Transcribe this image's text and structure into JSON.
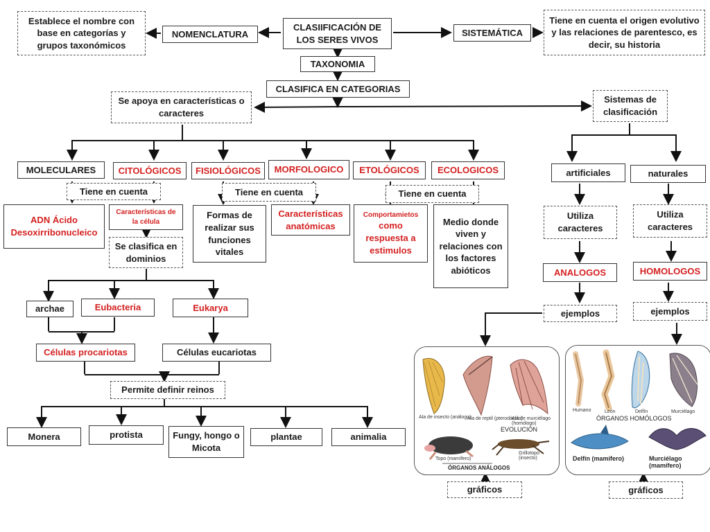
{
  "top": {
    "title": "CLASIIFICACIÓN DE LOS SERES VIVOS",
    "nomenclatura": "NOMENCLATURA",
    "nomenclatura_desc": "Establece el nombre con base en categorías y grupos taxonómicos",
    "sistematica": "SISTEMÁTICA",
    "sistematica_desc": "Tiene en cuenta el origen evolutivo y las relaciones de parentesco, es decir, su historia",
    "taxonomia": "TAXONOMIA",
    "clasifica": "CLASIFICA EN CATEGORIAS"
  },
  "left": {
    "apoya": "Se apoya en características o caracteres",
    "moleculares": "MOLECULARES",
    "citologicos": "CITOLÓGICOS",
    "fisiologicos": "FISIOLÓGICOS",
    "morfologico": "MORFOLOGICO",
    "etologicos": "ETOLÓGICOS",
    "ecologicos": "ECOLOGICOS",
    "tiene1": "Tiene en cuenta",
    "tiene2": "Tiene en cuenta",
    "tiene3": "Tiene en cuenta",
    "adn": "ADN Ácido Desoxirribonucleico",
    "caract_celula": "Características de la célula",
    "clasifica_dominios": "Se clasifica en dominios",
    "formas": "Formas de realizar sus funciones vitales",
    "anatomicas": "Características anatómicas",
    "comport_small": "Comportamietos",
    "comport_big": "como respuesta a estimulos",
    "medio": "Medio donde viven y relaciones con los factores abióticos",
    "archae": "archae",
    "eubacteria": "Eubacteria",
    "eukarya": "Eukarya",
    "procariotas": "Células procariotas",
    "eucariotas": "Células eucariotas",
    "permite": "Permite definir reinos",
    "monera": "Monera",
    "protista": "protista",
    "fungy": "Fungy, hongo o Micota",
    "plantae": "plantae",
    "animalia": "animalia"
  },
  "right": {
    "sistemas": "Sistemas de clasificación",
    "artificiales": "artificiales",
    "naturales": "naturales",
    "utiliza1": "Utiliza caracteres",
    "utiliza2": "Utiliza caracteres",
    "analogos": "ANALOGOS",
    "homologos": "HOMOLOGOS",
    "ejemplos1": "ejemplos",
    "ejemplos2": "ejemplos",
    "graficos1": "gráficos",
    "graficos2": "gráficos"
  },
  "images": {
    "analog_cap1": "Ala de insecto (análogo)",
    "analog_cap2": "Ala de reptil (pterodáctilo)",
    "analog_cap3": "Ala de murciélago (homólogo)",
    "evolucion": "EVOLUCIÓN",
    "topo": "Topo (mamífero)",
    "grillotopo": "Grillotopo (insecto)",
    "organos_analogos": "ÓRGANOS ANÁLOGOS",
    "humano": "Humano",
    "leon": "León",
    "delfin_small": "Delfín",
    "murcielago_small": "Murciélago",
    "organos_homologos": "ÓRGANOS HOMÓLOGOS",
    "delfin": "Delfín (mamífero)",
    "murcielago": "Murciélago (mamífero)"
  },
  "colors": {
    "red": "#d41f1f",
    "line": "#111111"
  }
}
